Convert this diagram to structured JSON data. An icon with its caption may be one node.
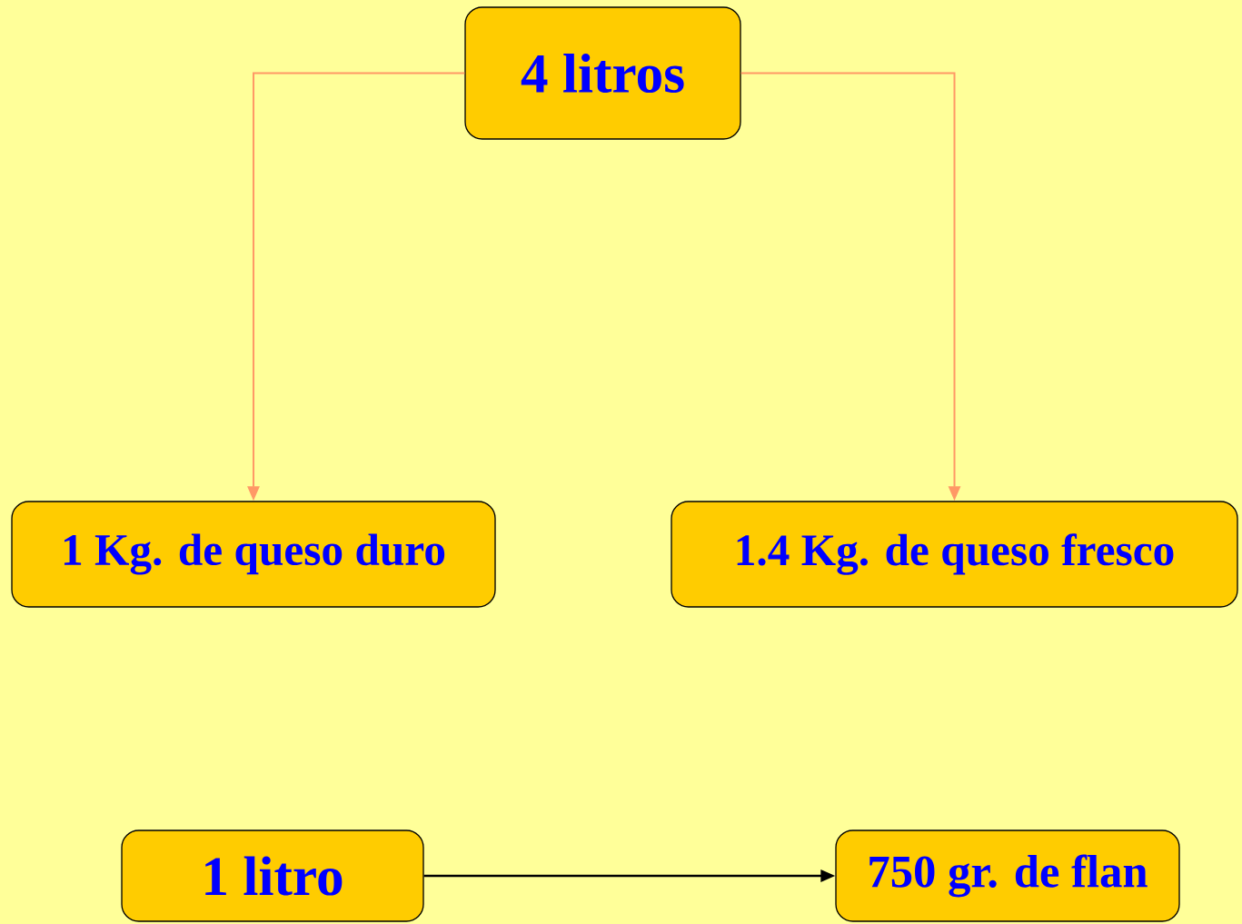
{
  "diagram": {
    "nodes": [
      {
        "text": [
          "4 litros"
        ]
      },
      {
        "text": [
          "1 Kg. de queso duro"
        ]
      },
      {
        "text": [
          "1.4 Kg. de queso fresco"
        ]
      },
      {
        "text": [
          "1 litro"
        ]
      },
      {
        "text": [
          "750 gr. de flan"
        ]
      }
    ],
    "edges": [
      {
        "from": 0,
        "to": 1,
        "arrow": "to"
      },
      {
        "from": 0,
        "to": 2,
        "arrow": "to"
      },
      {
        "from": 3,
        "to": 4,
        "arrow": "to",
        "color": "#000000"
      }
    ]
  }
}
